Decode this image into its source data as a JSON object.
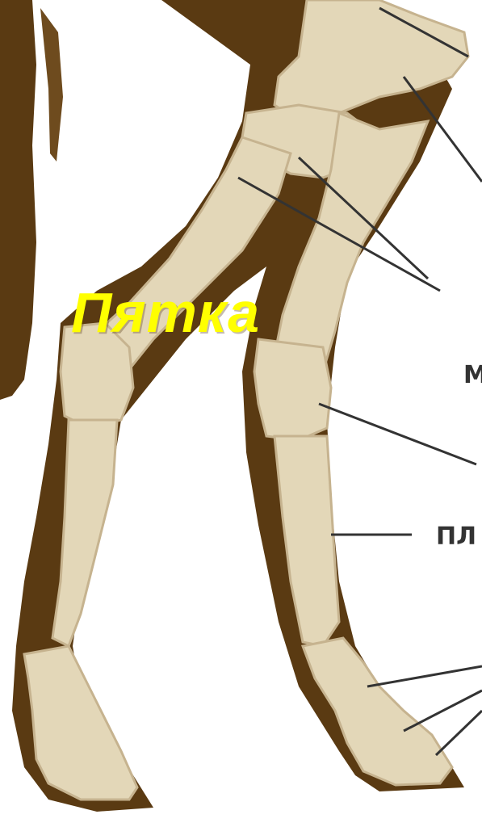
{
  "colors": {
    "background": "#ffffff",
    "body": "#5a3a12",
    "bone": "#e3d7b8",
    "bone_shade": "#c6b38f",
    "leader_line": "#333333",
    "label": "#ffff00"
  },
  "labels": {
    "main": "Пятка",
    "edge_1": "М",
    "edge_2": "ПЛ"
  }
}
